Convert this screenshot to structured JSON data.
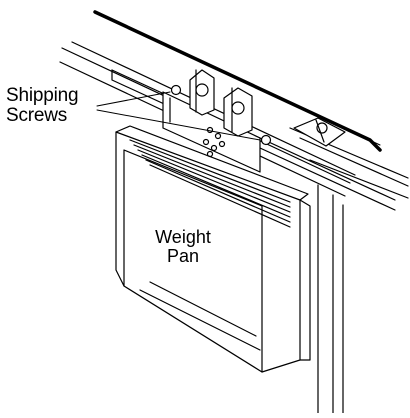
{
  "labels": {
    "shipping_screws": [
      "Shipping",
      "Screws"
    ],
    "weight_pan": [
      "Weight",
      "Pan"
    ]
  },
  "colors": {
    "line": "#000000",
    "fill": "#ffffff"
  }
}
